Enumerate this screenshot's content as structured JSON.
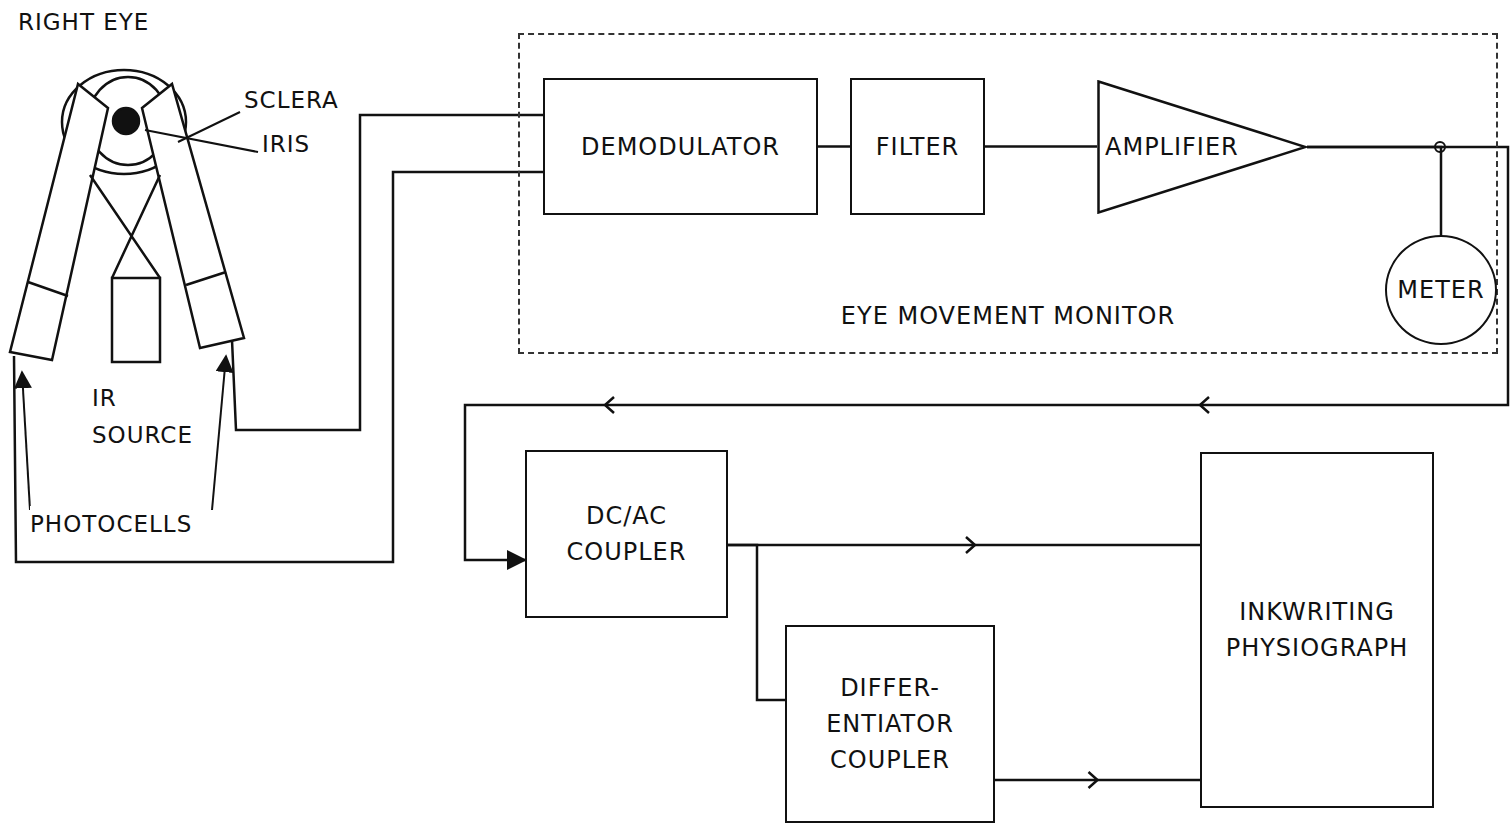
{
  "diagram": {
    "nodes": [
      {
        "text": [
          "EYE MOVEMENT MONITOR"
        ]
      },
      {
        "text": [
          "DEMODULATOR"
        ],
        "in": 0
      },
      {
        "text": [
          "FILTER"
        ],
        "in": 0
      },
      {
        "text": [
          "AMPLIFIER"
        ],
        "in": 0
      },
      {
        "text": [
          "METER"
        ],
        "in": 0
      },
      {
        "text": [
          "DC/AC COUPLER"
        ]
      },
      {
        "text": [
          "DIFFER- ENTIATOR COUPLER"
        ]
      },
      {
        "text": [
          "INKWRITING PHYSIOGRAPH"
        ]
      }
    ],
    "edges": [
      {
        "from": 1,
        "to": 2,
        "arrow": "none"
      },
      {
        "from": 2,
        "to": 3,
        "arrow": "none"
      },
      {
        "from": 3,
        "to": 4,
        "arrow": "none"
      },
      {
        "from": 3,
        "to": 5,
        "arrow": "to"
      },
      {
        "from": 5,
        "to": 7,
        "arrow": "to"
      },
      {
        "from": 5,
        "to": 6,
        "arrow": "none"
      },
      {
        "from": 6,
        "to": 7,
        "arrow": "to"
      }
    ],
    "labels": [
      "RIGHT EYE",
      "SCLERA",
      "IRIS",
      "IR SOURCE",
      "PHOTOCELLS"
    ]
  }
}
